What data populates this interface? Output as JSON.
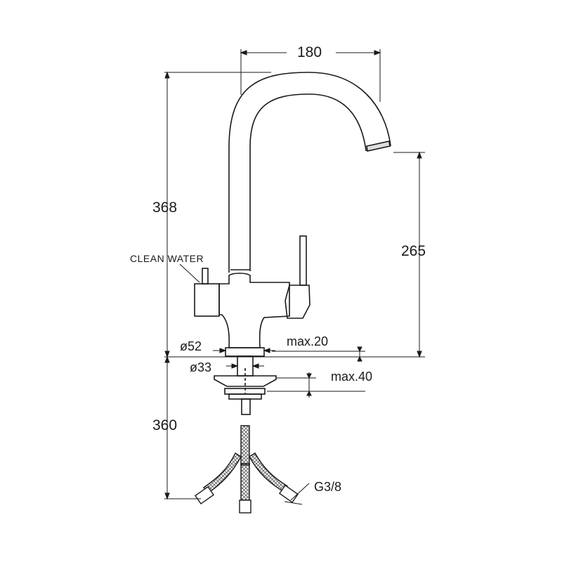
{
  "dimensions": {
    "spout_reach": "180",
    "total_height": "368",
    "spout_height": "265",
    "below_deck_length": "360",
    "base_diameter": "ø52",
    "shank_diameter": "ø33",
    "max_deck_thickness_1": "max.20",
    "max_deck_thickness_2": "max.40",
    "thread_size": "G3/8"
  },
  "labels": {
    "clean_water": "CLEAN WATER"
  }
}
